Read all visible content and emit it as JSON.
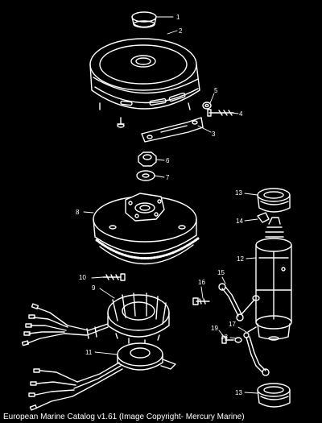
{
  "caption": "European Marine Catalog v1.61 (Image Copyright- Mercury Marine)",
  "part_labels": [
    "1",
    "2",
    "3",
    "4",
    "5",
    "6",
    "7",
    "8",
    "9",
    "10",
    "11",
    "12",
    "13",
    "14",
    "15",
    "16",
    "17",
    "18",
    "19",
    "13"
  ],
  "colors": {
    "background": "#000000",
    "ink": "#ffffff"
  }
}
